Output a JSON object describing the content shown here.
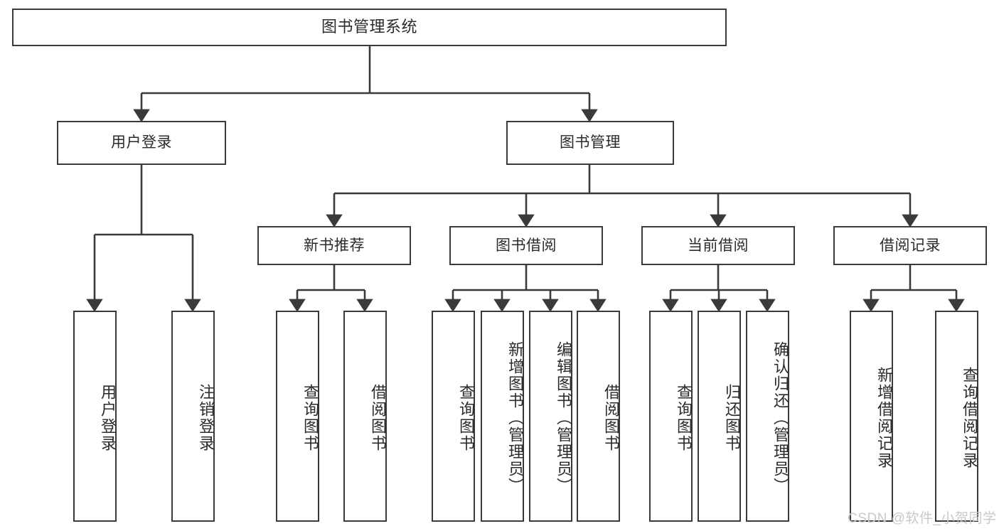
{
  "diagram": {
    "title": "图书管理系统",
    "type": "hierarchy-tree",
    "root": {
      "label": "图书管理系统"
    },
    "level2": [
      {
        "label": "用户登录"
      },
      {
        "label": "图书管理"
      }
    ],
    "level3": [
      {
        "label": "新书推荐"
      },
      {
        "label": "图书借阅"
      },
      {
        "label": "当前借阅"
      },
      {
        "label": "借阅记录"
      }
    ],
    "leaves": [
      {
        "label": "用户登录",
        "parent": "用户登录"
      },
      {
        "label": "注销登录",
        "parent": "用户登录"
      },
      {
        "label": "查询图书",
        "parent": "新书推荐"
      },
      {
        "label": "借阅图书",
        "parent": "新书推荐"
      },
      {
        "label": "查询图书",
        "parent": "图书借阅"
      },
      {
        "label": "新增图书（管理员）",
        "parent": "图书借阅"
      },
      {
        "label": "编辑图书（管理员）",
        "parent": "图书借阅"
      },
      {
        "label": "借阅图书",
        "parent": "图书借阅"
      },
      {
        "label": "查询图书",
        "parent": "当前借阅"
      },
      {
        "label": "归还图书",
        "parent": "当前借阅"
      },
      {
        "label": "确认归还（管理员）",
        "parent": "当前借阅"
      },
      {
        "label": "新增借阅记录",
        "parent": "借阅记录"
      },
      {
        "label": "查询借阅记录",
        "parent": "借阅记录"
      }
    ],
    "watermark": "CSDN @软件_小贺同学",
    "colors": {
      "stroke": "#3a3a3a",
      "text": "#2b2b2b",
      "background": "#ffffff",
      "watermark": "#c9c9c9"
    }
  }
}
